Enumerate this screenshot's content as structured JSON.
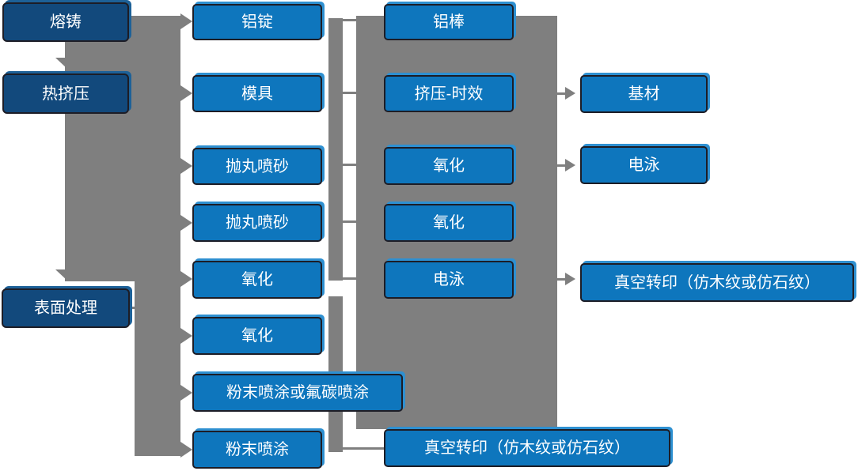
{
  "flowchart": {
    "title": "aluminum-profile-process-flow",
    "colors": {
      "process_box": "#0e76bd",
      "stage_box": "#12497c",
      "box_border": "#1d1d26",
      "box_highlight": "#2e90d1",
      "connector_gray": "#7f7f7f",
      "text": "#ffffff",
      "background": "#ffffff"
    },
    "stages": {
      "melting_casting": "熔铸",
      "hot_extrusion": "热挤压",
      "surface_treatment": "表面处理"
    },
    "column2": {
      "aluminum_ingot": "铝锭",
      "mold": "模具",
      "shot_blasting_1": "抛丸喷砂",
      "shot_blasting_2": "抛丸喷砂",
      "oxidation_1": "氧化",
      "oxidation_2": "氧化",
      "powder_or_fluorocarbon": "粉末喷涂或氟碳喷涂",
      "powder_coating": "粉末喷涂"
    },
    "column3": {
      "aluminum_rod": "铝棒",
      "extrusion_aging": "挤压-时效",
      "oxidation_1": "氧化",
      "oxidation_2": "氧化",
      "electrophoresis": "电泳",
      "vacuum_transfer": "真空转印（仿木纹或仿石纹）"
    },
    "column4": {
      "base_material": "基材",
      "electrophoresis": "电泳",
      "vacuum_transfer": "真空转印（仿木纹或仿石纹）"
    }
  }
}
